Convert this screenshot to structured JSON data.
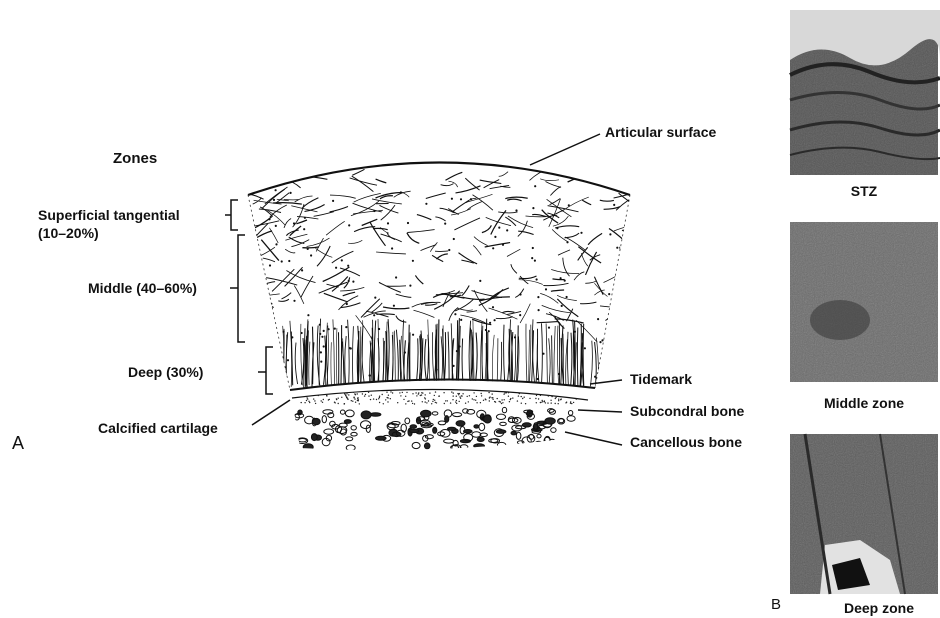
{
  "panel_a": {
    "letter": "A",
    "zones_title": "Zones",
    "zones": [
      {
        "label": "Superficial tangential",
        "label2": "(10–20%)"
      },
      {
        "label": "Middle (40–60%)"
      },
      {
        "label": "Deep (30%)"
      }
    ],
    "calcified_label": "Calcified cartilage",
    "right_labels": {
      "articular": "Articular surface",
      "tidemark": "Tidemark",
      "subchondral": "Subcondral bone",
      "cancellous": "Cancellous bone"
    }
  },
  "panel_b": {
    "letter": "B",
    "captions": {
      "stz": "STZ",
      "middle": "Middle zone",
      "deep": "Deep zone"
    }
  }
}
